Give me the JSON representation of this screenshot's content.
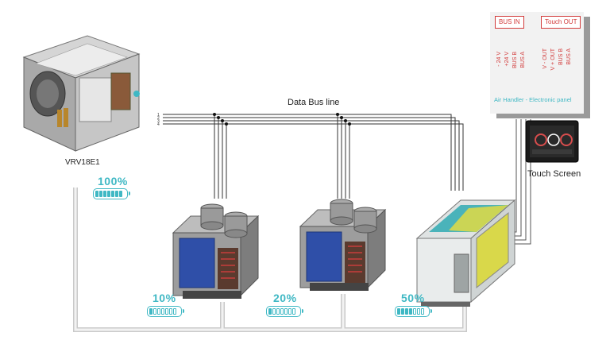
{
  "labels": {
    "outdoor_unit": "VRV18E1",
    "bus_title": "Data Bus line",
    "touch_screen": "Touch Screen"
  },
  "bus_line_numbers": [
    "1",
    "2",
    "3",
    "4"
  ],
  "panel": {
    "bus_in": "BUS IN",
    "touch_out": "Touch OUT",
    "bus_in_terminals": [
      "- 24 V",
      "+24 V",
      "BUS B",
      "BUS A"
    ],
    "touch_out_terminals": [
      "V - OUT",
      "V + OUT",
      "BUS B",
      "BUS A"
    ],
    "caption": "Air Handler - Electronic panel"
  },
  "loads": [
    {
      "percent_label": "100%",
      "level": 1.0
    },
    {
      "percent_label": "10%",
      "level": 0.1
    },
    {
      "percent_label": "20%",
      "level": 0.2
    },
    {
      "percent_label": "50%",
      "level": 0.5
    }
  ],
  "colors": {
    "accent": "#3fb8c4",
    "panel_red": "#d23a3a",
    "duct_blue": "#2f4fa8",
    "ahu_teal": "#4ab3ba",
    "ahu_yellow": "#d9d84a"
  }
}
